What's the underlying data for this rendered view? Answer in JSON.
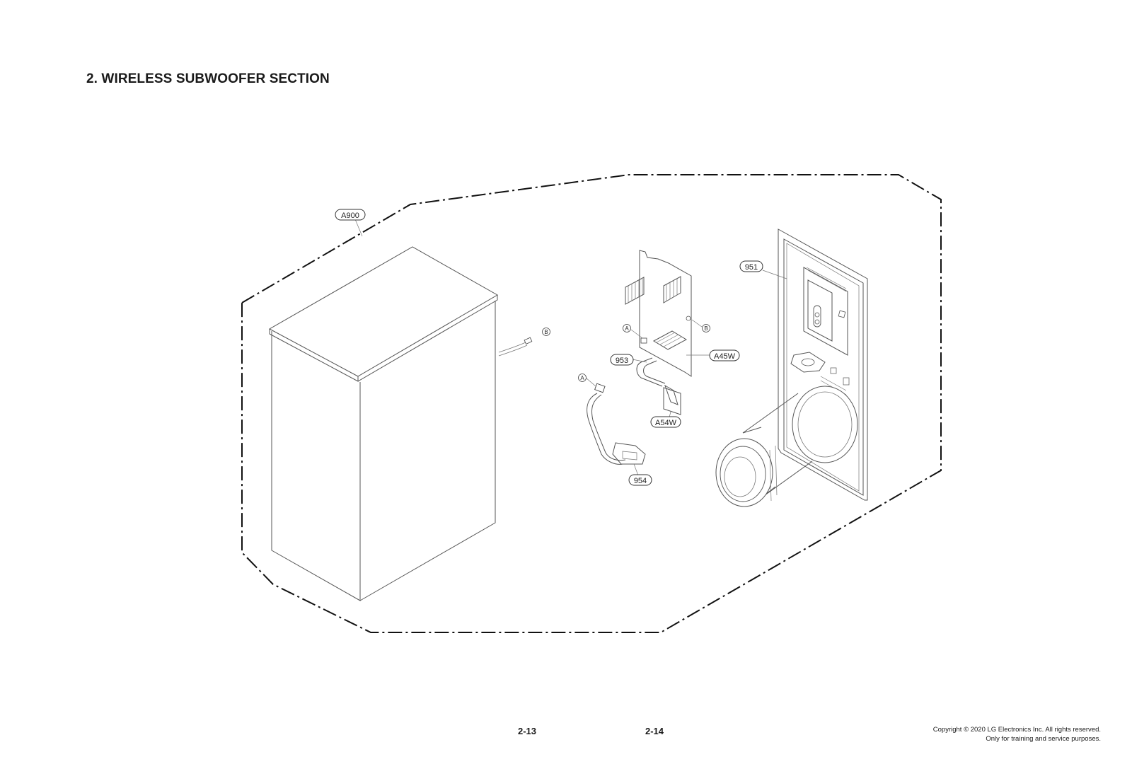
{
  "title": "2. WIRELESS SUBWOOFER SECTION",
  "page_numbers": [
    "2-13",
    "2-14"
  ],
  "copyright": [
    "Copyright © 2020 LG Electronics Inc. All rights reserved.",
    "Only for training and service purposes."
  ],
  "callouts": {
    "a900": "A900",
    "p951": "951",
    "a45w": "A45W",
    "p953": "953",
    "a54w": "A54W",
    "p954": "954",
    "ref_a": "A",
    "ref_b": "B"
  }
}
